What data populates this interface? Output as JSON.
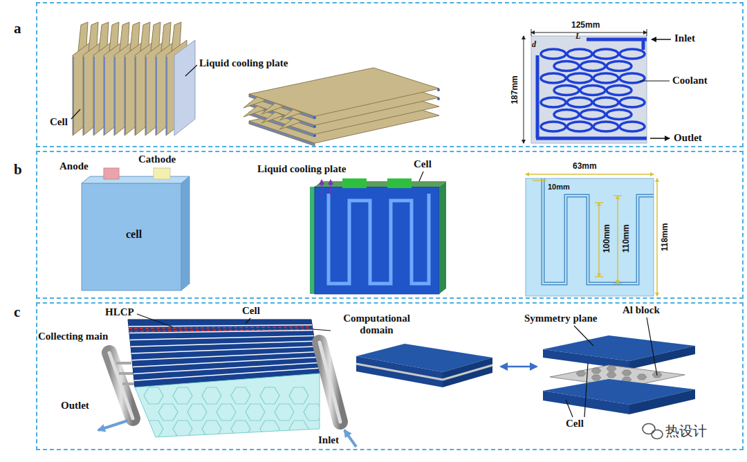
{
  "diagram": {
    "nodes": [
      {
        "text": [
          "a"
        ]
      },
      {
        "text": [
          "b"
        ]
      },
      {
        "text": [
          "c"
        ]
      }
    ],
    "labels": [
      "Cell",
      "Liquid cooling plate",
      "125mm",
      "L",
      "d",
      "187mm",
      "Inlet",
      "Coolant",
      "Outlet",
      "Anode",
      "Cathode",
      "cell",
      "Liquid cooling plate",
      "Cell",
      "63mm",
      "10mm",
      "100mm",
      "110mm",
      "118mm",
      "HLCP",
      "Cell",
      "Computational domain",
      "Collecting main",
      "Symmetry plane",
      "Al block",
      "Outlet",
      "Cell",
      "Inlet",
      "热设计"
    ]
  }
}
